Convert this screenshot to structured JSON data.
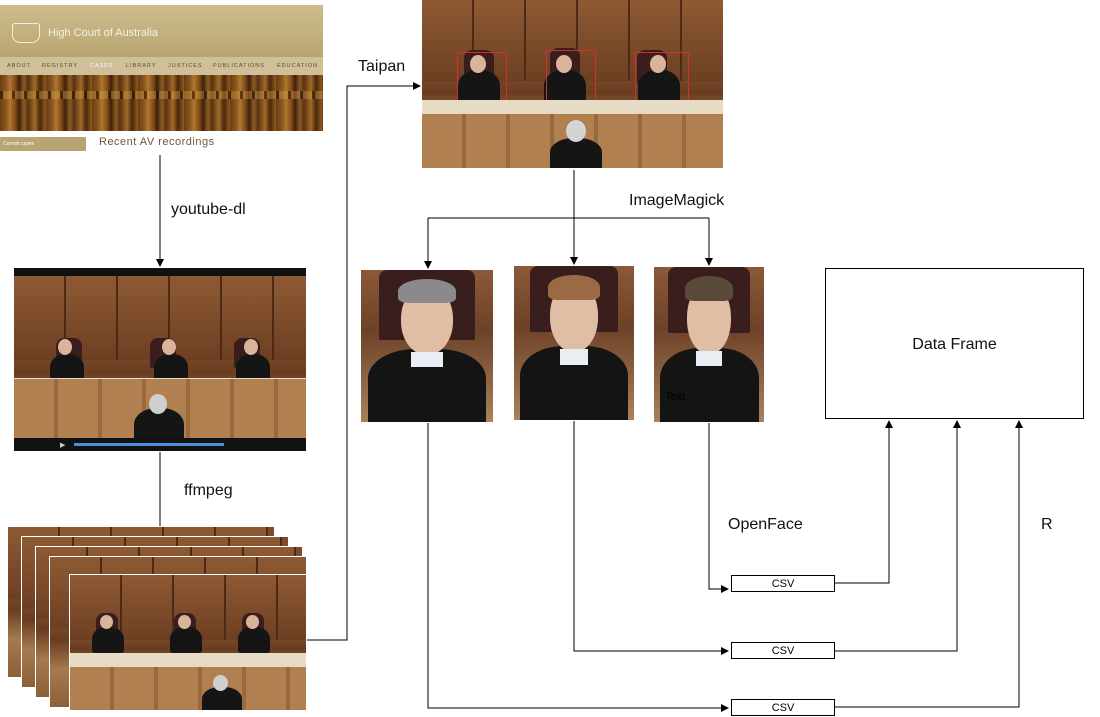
{
  "website": {
    "title": "High Court of Australia",
    "nav": [
      "ABOUT",
      "REGISTRY",
      "CASES",
      "LIBRARY",
      "JUSTICES",
      "PUBLICATIONS",
      "EDUCATION"
    ],
    "sidebar_tab": "Current cases",
    "heading": "Recent AV recordings"
  },
  "steps": {
    "youtube_dl": "youtube-dl",
    "ffmpeg": "ffmpeg",
    "taipan": "Taipan",
    "imagemagick": "ImageMagick",
    "openface": "OpenFace",
    "r": "R"
  },
  "face_text_label": "Text",
  "csv_label": "CSV",
  "data_frame_label": "Data Frame"
}
